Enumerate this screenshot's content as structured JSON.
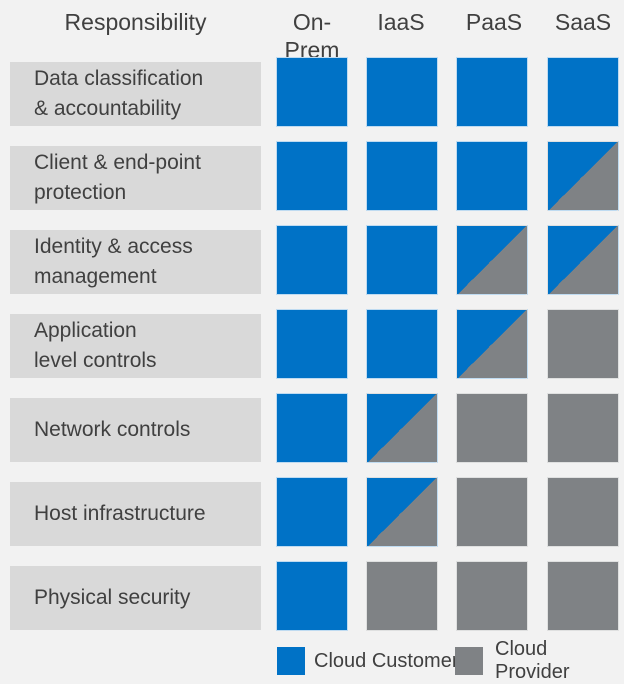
{
  "header": {
    "row_header": "Responsibility"
  },
  "columns": [
    "On-Prem",
    "IaaS",
    "PaaS",
    "SaaS"
  ],
  "rows": [
    {
      "label": "Data classification\n& accountability",
      "cells": [
        "customer",
        "customer",
        "customer",
        "customer"
      ]
    },
    {
      "label": "Client & end-point\nprotection",
      "cells": [
        "customer",
        "customer",
        "customer",
        "shared"
      ]
    },
    {
      "label": "Identity & access\nmanagement",
      "cells": [
        "customer",
        "customer",
        "shared",
        "shared"
      ]
    },
    {
      "label": "Application\nlevel controls",
      "cells": [
        "customer",
        "customer",
        "shared",
        "provider"
      ]
    },
    {
      "label": "Network controls",
      "cells": [
        "customer",
        "shared",
        "provider",
        "provider"
      ]
    },
    {
      "label": "Host infrastructure",
      "cells": [
        "customer",
        "shared",
        "provider",
        "provider"
      ]
    },
    {
      "label": "Physical security",
      "cells": [
        "customer",
        "provider",
        "provider",
        "provider"
      ]
    }
  ],
  "legend": [
    {
      "label": "Cloud Customer",
      "type": "customer"
    },
    {
      "label": "Cloud Provider",
      "type": "provider"
    }
  ],
  "colors": {
    "customer": "#0072C6",
    "provider": "#7F8285",
    "label_bg": "#D9D9D9",
    "background": "#F2F2F2",
    "text": "#404040"
  }
}
